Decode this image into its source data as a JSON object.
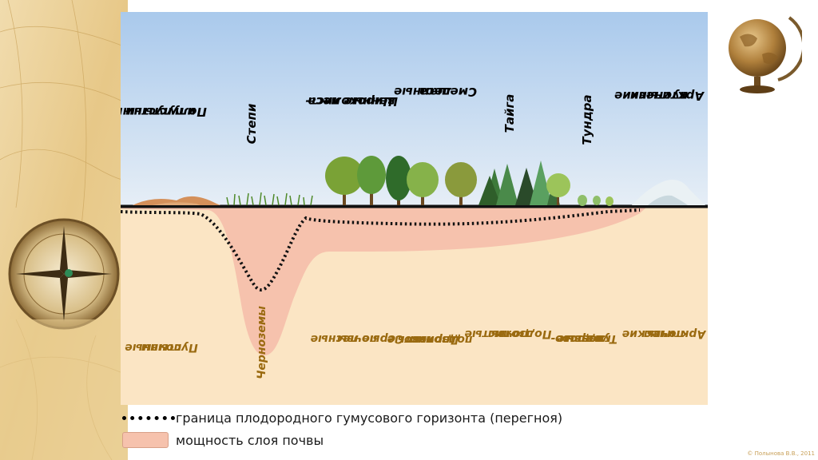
{
  "zones": [
    {
      "id": "semi-deserts",
      "lines": [
        "Полупустыни",
        "и пустыни"
      ]
    },
    {
      "id": "steppes",
      "lines": [
        "Степи"
      ]
    },
    {
      "id": "broadleaf-forests",
      "lines": [
        "Широколист-",
        "венные  леса"
      ]
    },
    {
      "id": "mixed-forests",
      "lines": [
        "Смешанные",
        "леса"
      ]
    },
    {
      "id": "taiga",
      "lines": [
        "Тайга"
      ]
    },
    {
      "id": "tundra",
      "lines": [
        "Тундра"
      ]
    },
    {
      "id": "arctic-deserts",
      "lines": [
        "Арктические",
        "пустыни"
      ]
    }
  ],
  "soils": [
    {
      "id": "desert-soils",
      "lines": [
        "Пустынные",
        "почвы"
      ]
    },
    {
      "id": "chernozems",
      "lines": [
        "Черноземы"
      ]
    },
    {
      "id": "gray-forest-soils",
      "lines": [
        "Серые лесные",
        "почвы"
      ]
    },
    {
      "id": "sod-podzolic-soils",
      "lines": [
        "Дерново-",
        "подзолистые",
        "почвы"
      ]
    },
    {
      "id": "podzolic-soils",
      "lines": [
        "Подзолистые",
        "почвы"
      ]
    },
    {
      "id": "tundra-gley-soils",
      "lines": [
        "Тундрово-",
        "глеевые",
        "почвы"
      ]
    },
    {
      "id": "arctic-soils",
      "lines": [
        "Арктические",
        "почвы"
      ]
    }
  ],
  "legend": {
    "humus_boundary": "граница плодородного гумусового горизонта (перегноя)",
    "soil_thickness": "мощность слоя почвы"
  },
  "credit": "© Полынова В.В., 2011",
  "colors": {
    "sky_top": "#a9c9ec",
    "sky_bottom": "#e6eef6",
    "ground": "#fbe5c4",
    "soil_layer": "#f6c2ad",
    "soil_label": "#9a6a10"
  }
}
